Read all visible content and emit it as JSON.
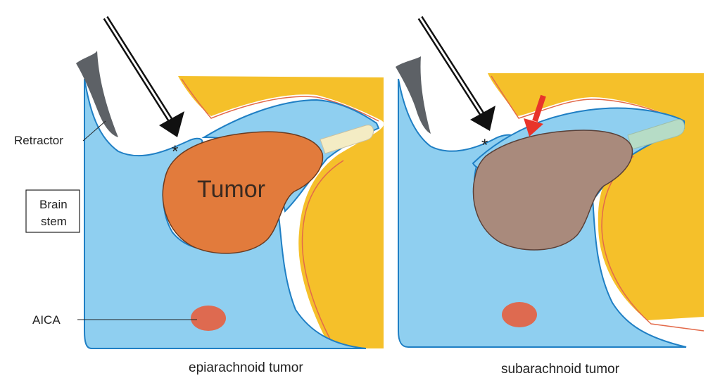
{
  "labels": {
    "retractor": "Retractor",
    "brain_stem_line1": "Brain",
    "brain_stem_line2": "stem",
    "aica": "AICA",
    "tumor": "Tumor",
    "asterisk_left": "*",
    "asterisk_right": "*"
  },
  "captions": {
    "left": "epiarachnoid tumor",
    "right": "subarachnoid tumor"
  },
  "colors": {
    "brain": "#8fcff0",
    "brain_outline": "#1f7fc4",
    "bone": "#f5c02a",
    "membrane": "#e36a4a",
    "tumor_epi": "#e27b3c",
    "tumor_sub": "#a98a7c",
    "nerve_epi": "#f4ecc4",
    "nerve_sub": "#b6dcc6",
    "aica": "#de6a50",
    "retractor": "#5d6166",
    "red_arrow": "#e8342a"
  }
}
